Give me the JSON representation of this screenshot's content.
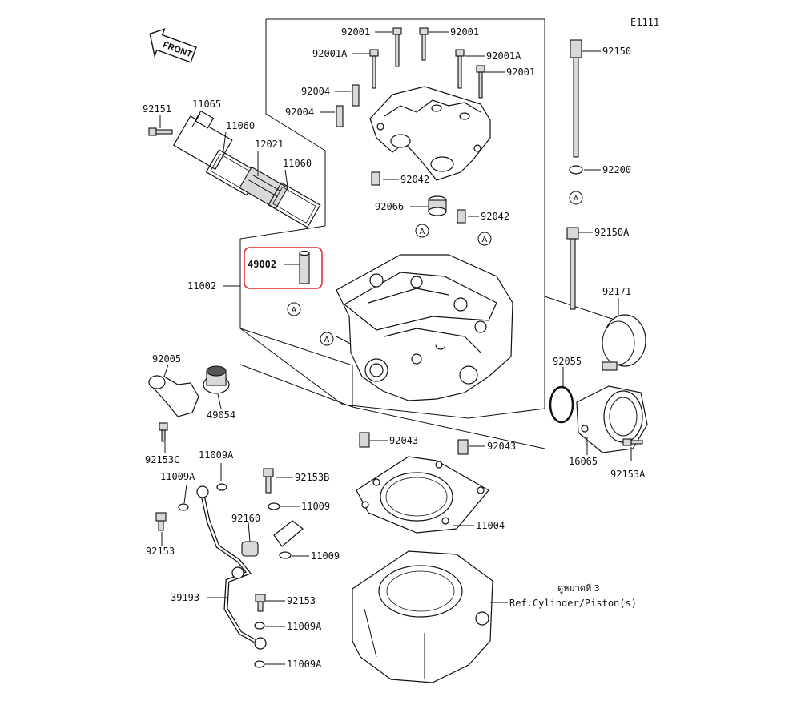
{
  "diagram_code": "E1111",
  "front_label": "FRONT",
  "callout_letter": "A",
  "ref_thai": "ดูหมวดที่ 3",
  "ref_text": "Ref.Cylinder/Piston(s)",
  "highlight_color": "#e0262b",
  "parts": {
    "p92001_a": "92001",
    "p92001_b": "92001",
    "p92001a_a": "92001A",
    "p92001a_b": "92001A",
    "p92001_c": "92001",
    "p92004_a": "92004",
    "p92004_b": "92004",
    "p92042_a": "92042",
    "p92066": "92066",
    "p92042_b": "92042",
    "p92151": "92151",
    "p11065": "11065",
    "p11060_a": "11060",
    "p12021": "12021",
    "p11060_b": "11060",
    "p49002": "49002",
    "p11002": "11002",
    "p92150": "92150",
    "p92200": "92200",
    "p92150a": "92150A",
    "p92171": "92171",
    "p92005": "92005",
    "p49054": "49054",
    "p92153c": "92153C",
    "p11009a_a": "11009A",
    "p11009a_b": "11009A",
    "p92153b": "92153B",
    "p11009_a": "11009",
    "p92160": "92160",
    "p92153_a": "92153",
    "p11009_b": "11009",
    "p39193": "39193",
    "p92153_b": "92153",
    "p11009a_c": "11009A",
    "p11009a_d": "11009A",
    "p92055": "92055",
    "p16065": "16065",
    "p92153a": "92153A",
    "p92043_a": "92043",
    "p92043_b": "92043",
    "p11004": "11004"
  }
}
